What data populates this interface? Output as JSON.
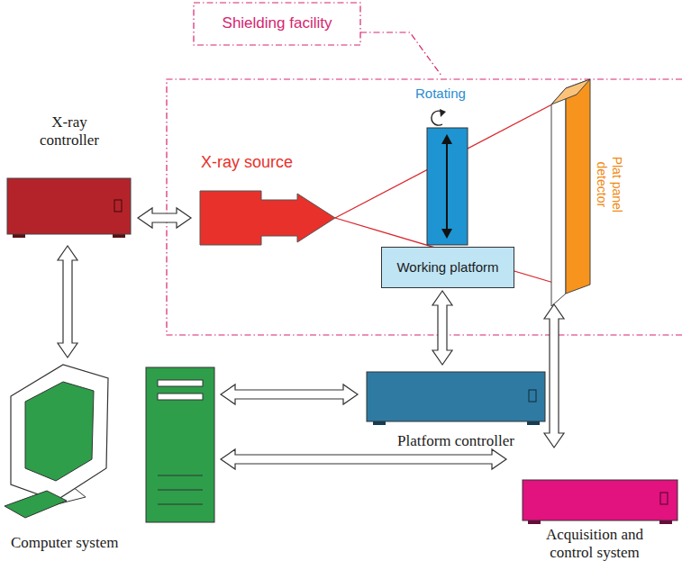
{
  "diagram": {
    "nodes": [
      {
        "text": [
          "Shielding facility"
        ]
      },
      {
        "text": [
          "X-ray source"
        ],
        "in": 0
      },
      {
        "text": [
          "Working platform"
        ],
        "in": 0
      },
      {
        "text": [
          "Plat panel detector"
        ],
        "in": 0
      },
      {
        "text": [
          "X-ray controller"
        ]
      },
      {
        "text": [
          "Platform controller"
        ]
      },
      {
        "text": [
          "Computer system"
        ]
      },
      {
        "text": [
          "Acquisition and control system"
        ]
      }
    ],
    "edges": [
      {
        "from": 4,
        "to": 1,
        "arrow": "both"
      },
      {
        "from": 4,
        "to": 6,
        "arrow": "both"
      },
      {
        "from": 6,
        "to": 5,
        "arrow": "both"
      },
      {
        "from": 2,
        "to": 5,
        "arrow": "both"
      },
      {
        "from": 6,
        "to": 7,
        "arrow": "both"
      },
      {
        "from": 7,
        "to": 3,
        "arrow": "both"
      }
    ],
    "labels": [
      "Rotating"
    ]
  }
}
